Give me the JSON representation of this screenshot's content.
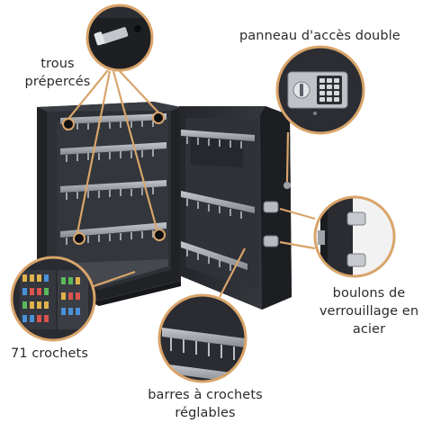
{
  "colors": {
    "accent": "#d9a46a",
    "safe_body": "#2a2c31",
    "hook_bar": "#9ea3aa",
    "text": "#2b2b2b"
  },
  "labels": {
    "holes": [
      "trous",
      "prépercés"
    ],
    "access_panel": "panneau d'accès double",
    "bolts": [
      "boulons de",
      "verrouillage en",
      "acier"
    ],
    "hooks_count": "71 crochets",
    "hook_bars": [
      "barres à crochets",
      "réglables"
    ]
  },
  "icons": [
    "screw-icon",
    "keypad-icon",
    "lock-bolt-icon",
    "key-tags-icon"
  ]
}
